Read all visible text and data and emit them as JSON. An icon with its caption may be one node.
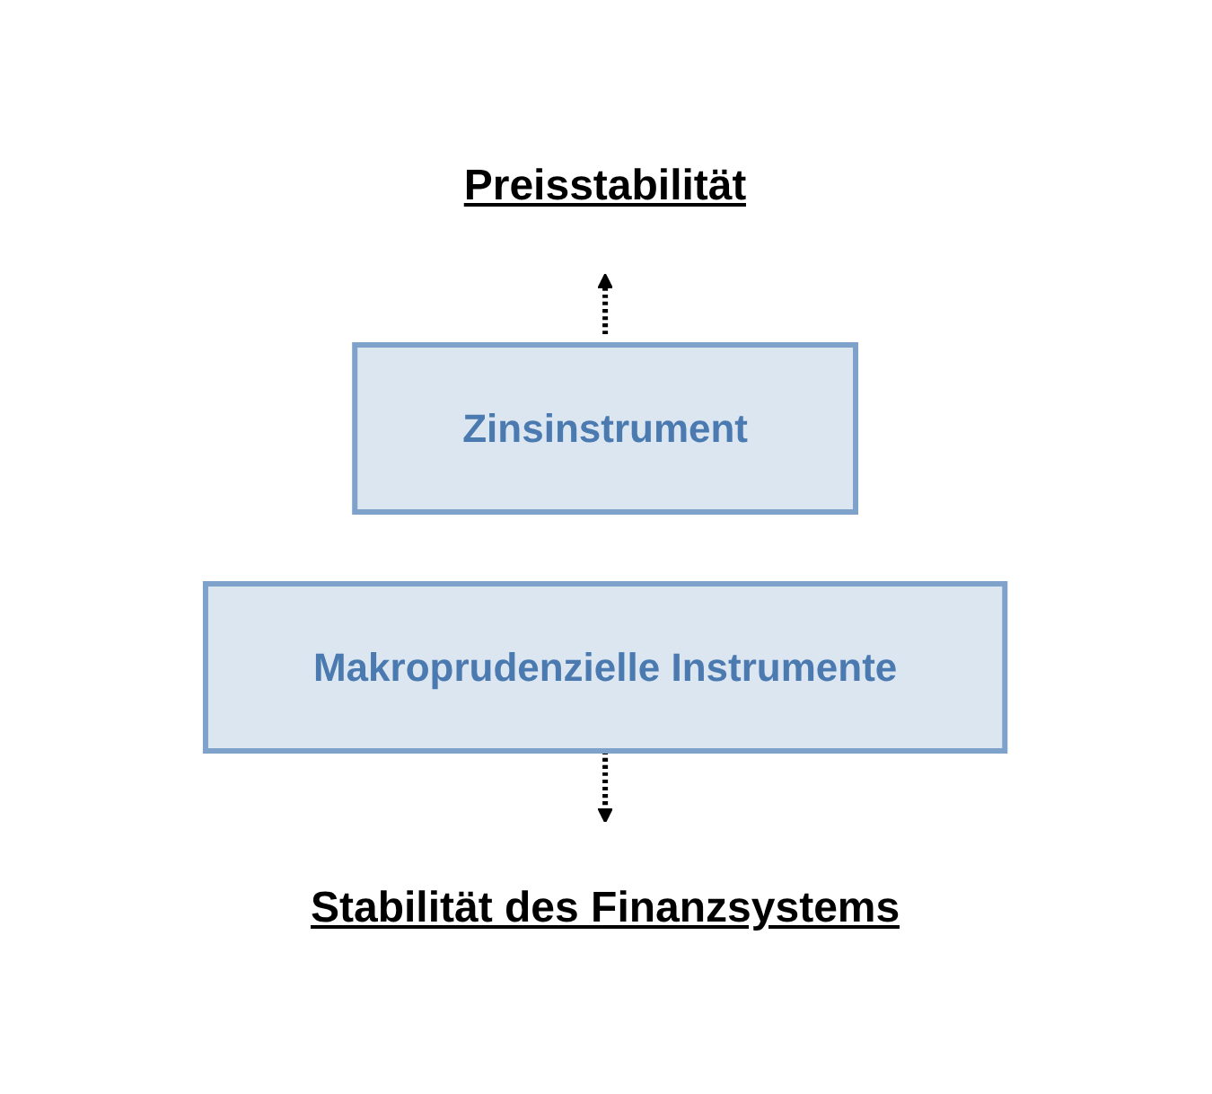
{
  "diagram": {
    "nodes": [
      {
        "text": [
          "Preisstabilität"
        ]
      },
      {
        "text": [
          "Zinsinstrument"
        ]
      },
      {
        "text": [
          "Makroprudenzielle Instrumente"
        ]
      },
      {
        "text": [
          "Stabilität des Finanzsystems"
        ]
      }
    ],
    "edges": [
      {
        "from": 1,
        "to": 0,
        "arrow": "to",
        "style": "dashed"
      },
      {
        "from": 2,
        "to": 3,
        "arrow": "to",
        "style": "dashed"
      }
    ]
  }
}
